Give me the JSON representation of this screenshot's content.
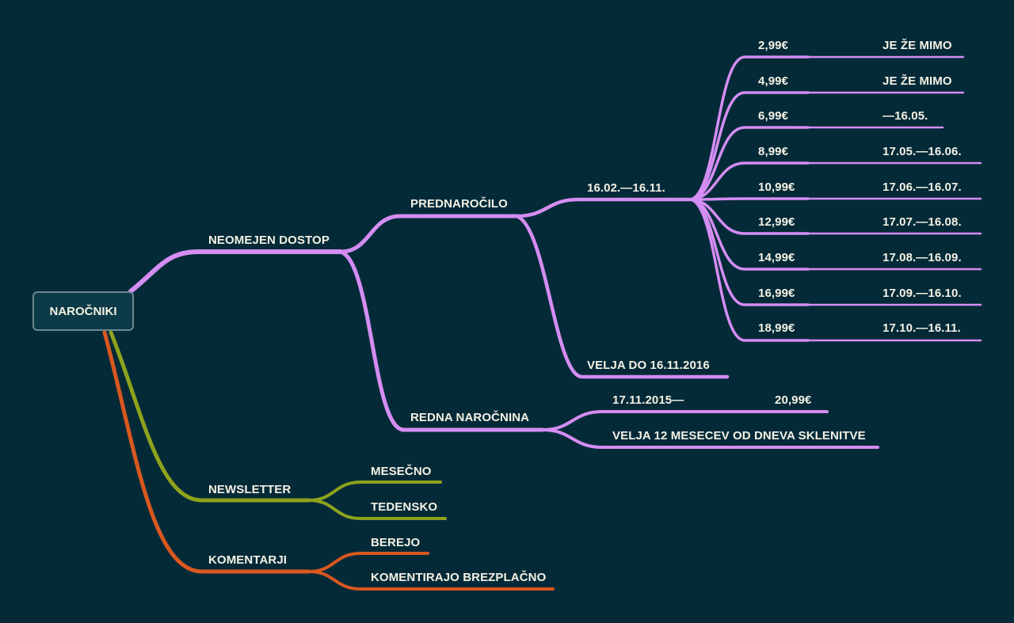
{
  "colors": {
    "background": "#042a38",
    "purple_branch": "#d48df2",
    "green_branch": "#8ea21c",
    "orange_branch": "#d9581f",
    "text": "#f4f1e4"
  },
  "root": "NAROČNIKI",
  "branches": {
    "neomejen": {
      "label": "NEOMEJEN DOSTOP",
      "prednarocilo": {
        "label": "PREDNAROČILO",
        "period": "16.02.—16.11.",
        "validity": "VELJA DO 16.11.2016",
        "tiers": [
          {
            "price": "2,99€",
            "dates": "JE ŽE MIMO"
          },
          {
            "price": "4,99€",
            "dates": "JE ŽE MIMO"
          },
          {
            "price": "6,99€",
            "dates": "—16.05."
          },
          {
            "price": "8,99€",
            "dates": "17.05.—16.06."
          },
          {
            "price": "10,99€",
            "dates": "17.06.—16.07."
          },
          {
            "price": "12,99€",
            "dates": "17.07.—16.08."
          },
          {
            "price": "14,99€",
            "dates": "17.08.—16.09."
          },
          {
            "price": "16,99€",
            "dates": "17.09.—16.10."
          },
          {
            "price": "18,99€",
            "dates": "17.10.—16.11."
          }
        ]
      },
      "redna": {
        "label": "REDNA NAROČNINA",
        "start": "17.11.2015—",
        "price": "20,99€",
        "validity": "VELJA 12 MESECEV OD DNEVA SKLENITVE"
      }
    },
    "newsletter": {
      "label": "NEWSLETTER",
      "children": [
        "MESEČNO",
        "TEDENSKO"
      ]
    },
    "komentarji": {
      "label": "KOMENTARJI",
      "children": [
        "BEREJO",
        "KOMENTIRAJO BREZPLAČNO"
      ]
    }
  }
}
